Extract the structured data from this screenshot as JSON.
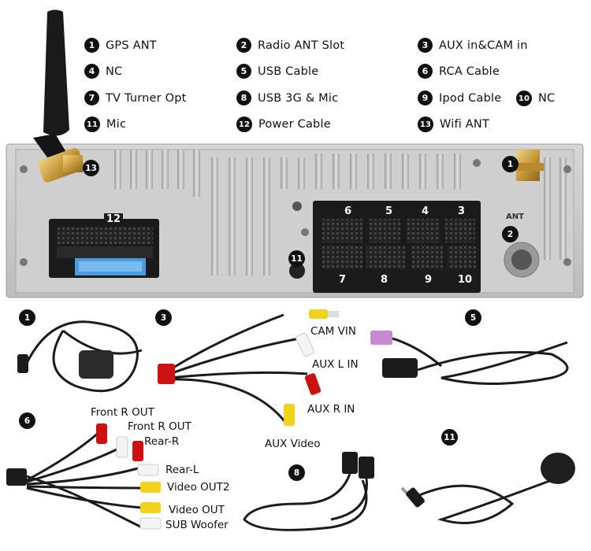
{
  "legend": [
    {
      "n": "1",
      "label": "GPS ANT"
    },
    {
      "n": "2",
      "label": "Radio ANT Slot"
    },
    {
      "n": "3",
      "label": "AUX in&CAM in"
    },
    {
      "n": "4",
      "label": "NC"
    },
    {
      "n": "5",
      "label": "USB Cable"
    },
    {
      "n": "6",
      "label": "RCA Cable"
    },
    {
      "n": "7",
      "label": "TV Turner Opt"
    },
    {
      "n": "8",
      "label": "USB 3G & Mic"
    },
    {
      "n": "9",
      "label": "Ipod Cable"
    },
    {
      "n": "10",
      "label": "NC"
    },
    {
      "n": "11",
      "label": "Mic"
    },
    {
      "n": "12",
      "label": "Power Cable"
    },
    {
      "n": "13",
      "label": "Wifi ANT"
    }
  ],
  "panel": {
    "ant_text": "ANT",
    "connector_numbers": [
      "6",
      "5",
      "4",
      "3",
      "7",
      "8",
      "9",
      "10",
      "12",
      "11",
      "13",
      "1",
      "2"
    ]
  },
  "cables": {
    "badges": [
      "1",
      "3",
      "5",
      "6",
      "8",
      "11"
    ],
    "aux_labels": [
      "CAM VIN",
      "AUX L IN",
      "AUX R IN",
      "AUX Video"
    ],
    "rca_labels": [
      "Front R OUT",
      "Front R OUT",
      "Rear-R",
      "Rear-L",
      "Video OUT2",
      "Video OUT",
      "SUB Woofer"
    ]
  },
  "colors": {
    "panel": "#c9c9c9",
    "connector": "#1a1a1a",
    "rca_red": "#cc1111",
    "rca_yellow": "#f2d21a",
    "rca_white": "#f4f4f4",
    "cable": "#1b1b1b"
  }
}
